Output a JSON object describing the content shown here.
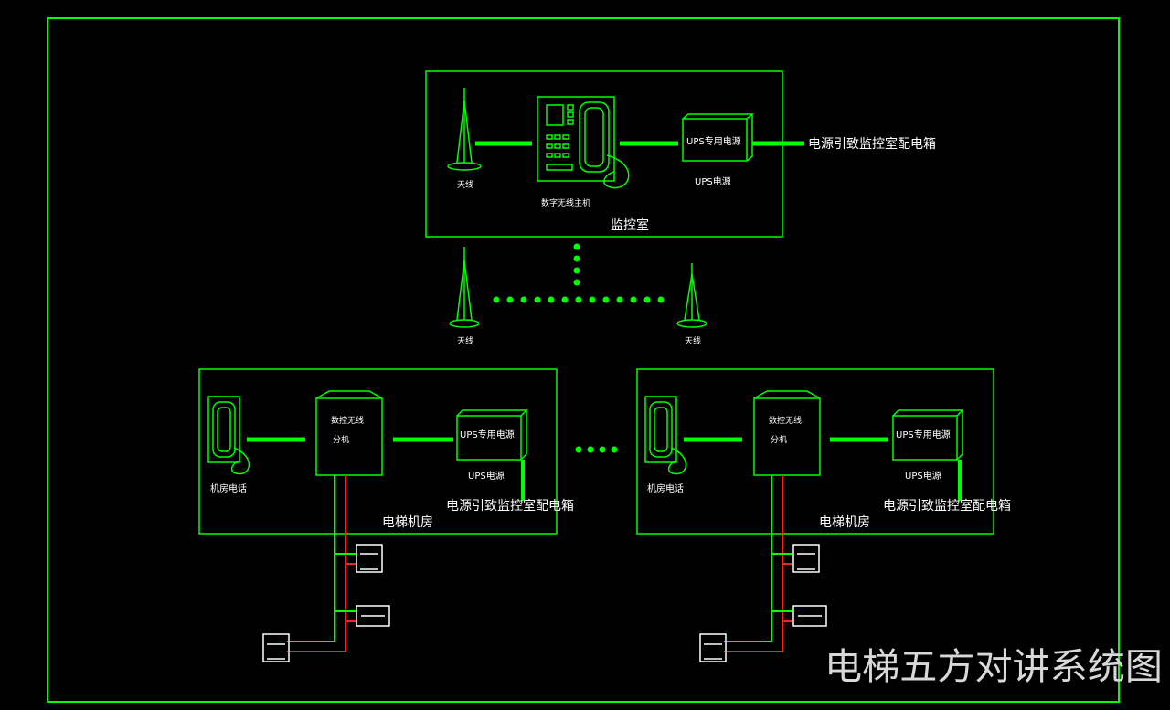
{
  "diagram": {
    "title": "电梯五方对讲系统图",
    "monitor_room": {
      "label": "监控室",
      "antenna_label": "天线",
      "host_label": "数字无线主机",
      "ups_box_text": "UPS专用电源",
      "ups_label": "UPS电源",
      "power_note": "电源引致监控室配电箱"
    },
    "relay_antennas": [
      {
        "label": "天线"
      },
      {
        "label": "天线"
      }
    ],
    "machine_rooms": [
      {
        "label": "电梯机房",
        "phone_label": "机房电话",
        "extension_text_1": "数控无线",
        "extension_text_2": "分机",
        "ups_box_text": "UPS专用电源",
        "ups_label": "UPS电源",
        "power_note": "电源引致监控室配电箱"
      },
      {
        "label": "电梯机房",
        "phone_label": "机房电话",
        "extension_text_1": "数控无线",
        "extension_text_2": "分机",
        "ups_box_text": "UPS专用电源",
        "ups_label": "UPS电源",
        "power_note": "电源引致监控室配电箱"
      }
    ]
  },
  "colors": {
    "line": "#00ff00",
    "cable_red": "#ff2020",
    "text": "#ffffff",
    "background": "#000000"
  }
}
